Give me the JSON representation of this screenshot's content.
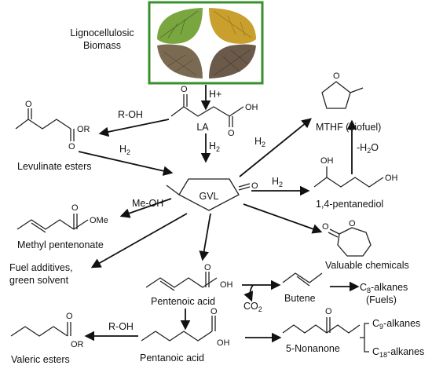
{
  "feedstock": {
    "label_line1": "Lignocellulosic",
    "label_line2": "Biomass",
    "frame_color": "#3a8f2e",
    "leaf_colors": [
      "#7aa640",
      "#c9a02e",
      "#7a6a52",
      "#6b5a4a"
    ]
  },
  "reagents": {
    "acid": "H+",
    "alcohol_esterification": "R-OH",
    "hydrogen": "H",
    "hydrogen_subscript": "2",
    "methanol": "Me-OH",
    "dehydration": "-H",
    "dehydration_subscript": "2",
    "dehydration_suffix": "O",
    "decarboxylation": "CO",
    "decarboxylation_subscript": "2",
    "alcohol_valeric": "R-OH"
  },
  "compounds": {
    "levulinic_acid": "LA",
    "gvl": "GVL",
    "levulinate_esters": "Levulinate esters",
    "mthf": "MTHF (biofuel)",
    "pentanediol": "1,4-pentanediol",
    "methyl_pentenonate": "Methyl pentenonate",
    "valuable_chemicals": "Valuable chemicals",
    "fuel_additives_line1": "Fuel additives,",
    "fuel_additives_line2": "green solvent",
    "pentenoic_acid": "Pentenoic acid",
    "butene": "Butene",
    "c8_alkanes_prefix": "C",
    "c8_alkanes_sub": "8",
    "c8_alkanes_suffix": "-alkanes",
    "fuels": "(Fuels)",
    "pentanoic_acid": "Pentanoic acid",
    "nonanone": "5-Nonanone",
    "c9_alkanes_prefix": "C",
    "c9_alkanes_sub": "9",
    "c9_alkanes_suffix": "-alkanes",
    "c18_alkanes_prefix": "C",
    "c18_alkanes_sub": "18",
    "c18_alkanes_suffix": "-alkanes",
    "valeric_esters": "Valeric esters"
  },
  "atoms": {
    "O": "O",
    "OH": "OH",
    "OR": "OR",
    "OMe": "OMe"
  }
}
